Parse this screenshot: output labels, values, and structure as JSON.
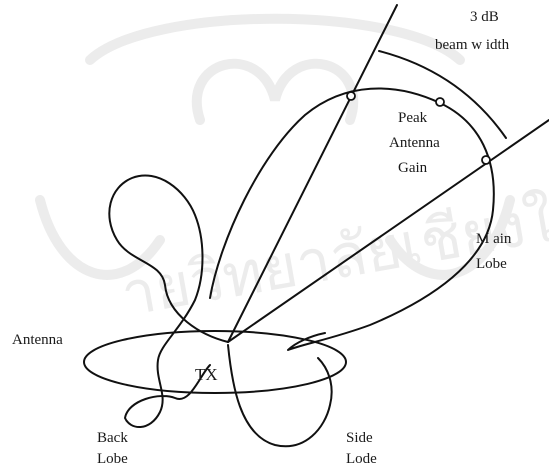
{
  "labels": {
    "beam_width_1": "3 dB",
    "beam_width_2": "beam w idth",
    "peak_1": "Peak",
    "peak_2": "Antenna",
    "peak_3": "Gain",
    "main_1": "M ain",
    "main_2": "Lobe",
    "antenna": "Antenna",
    "tx": "TX",
    "back_1": "Back",
    "back_2": "Lobe",
    "side_1": "Side",
    "side_2": "Lode"
  },
  "watermark": {
    "text": "ายวิทยาลัยเชียงใหม่",
    "color": "#ececec"
  },
  "colors": {
    "line": "#111111",
    "background": "#ffffff"
  }
}
